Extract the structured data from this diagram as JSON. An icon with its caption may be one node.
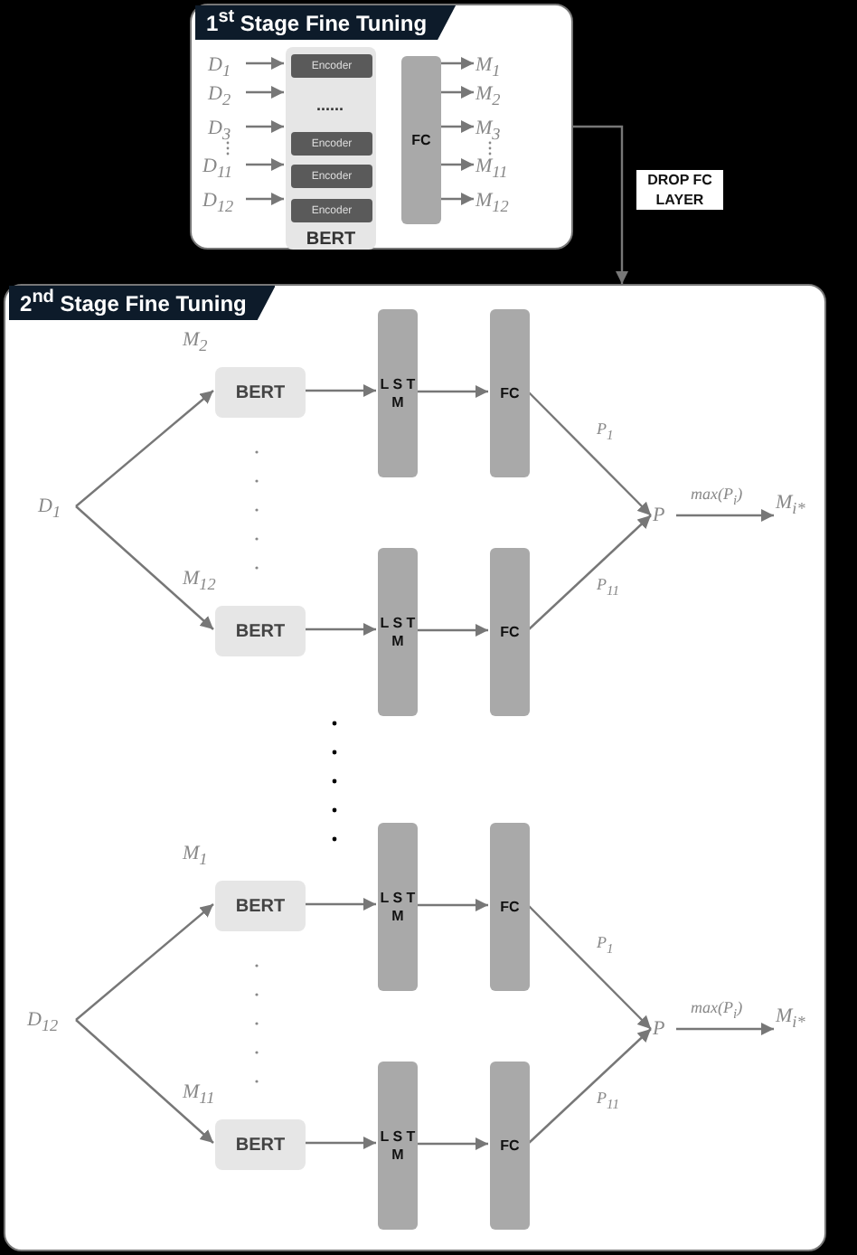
{
  "diagram": {
    "nodes": [
      {
        "text": [
          "1$^{st}$ Stage Fine Tuning"
        ]
      },
      {
        "text": [
          "D$_{1}$"
        ],
        "in": 0
      },
      {
        "text": [
          "D$_{2}$"
        ],
        "in": 0
      },
      {
        "text": [
          "D$_{3}$"
        ],
        "in": 0
      },
      {
        "text": [
          "D$_{11}$"
        ],
        "in": 0
      },
      {
        "text": [
          "D$_{12}$"
        ],
        "in": 0
      },
      {
        "text": [
          "BERT"
        ],
        "in": 0
      },
      {
        "text": [
          "Encoder"
        ],
        "in": 6
      },
      {
        "text": [
          "Encoder"
        ],
        "in": 6
      },
      {
        "text": [
          "Encoder"
        ],
        "in": 6
      },
      {
        "text": [
          "Encoder"
        ],
        "in": 6
      },
      {
        "text": [
          "FC"
        ],
        "in": 0
      },
      {
        "text": [
          "M$_{1}$"
        ],
        "in": 0
      },
      {
        "text": [
          "M$_{2}$"
        ],
        "in": 0
      },
      {
        "text": [
          "M$_{3}$"
        ],
        "in": 0
      },
      {
        "text": [
          "M$_{11}$"
        ],
        "in": 0
      },
      {
        "text": [
          "M$_{12}$"
        ],
        "in": 0
      },
      {
        "text": [
          "2$^{nd}$ Stage Fine Tuning"
        ]
      },
      {
        "text": [
          "D$_{1}$"
        ],
        "in": 17
      },
      {
        "text": [
          "BERT"
        ],
        "beside": [
          "M$_{2}$"
        ],
        "in": 17
      },
      {
        "text": [
          "L S T M"
        ],
        "in": 17
      },
      {
        "text": [
          "FC"
        ],
        "in": 17
      },
      {
        "text": [
          "BERT"
        ],
        "beside": [
          "M$_{12}$"
        ],
        "in": 17
      },
      {
        "text": [
          "L S T M"
        ],
        "in": 17
      },
      {
        "text": [
          "FC"
        ],
        "in": 17
      },
      {
        "text": [
          "P"
        ],
        "in": 17
      },
      {
        "text": [
          "M$_{i*}$"
        ],
        "in": 17
      },
      {
        "text": [
          "D$_{12}$"
        ],
        "in": 17
      },
      {
        "text": [
          "BERT"
        ],
        "beside": [
          "M$_{1}$"
        ],
        "in": 17
      },
      {
        "text": [
          "L S T M"
        ],
        "in": 17
      },
      {
        "text": [
          "FC"
        ],
        "in": 17
      },
      {
        "text": [
          "BERT"
        ],
        "beside": [
          "M$_{11}$"
        ],
        "in": 17
      },
      {
        "text": [
          "L S T M"
        ],
        "in": 17
      },
      {
        "text": [
          "FC"
        ],
        "in": 17
      },
      {
        "text": [
          "P"
        ],
        "in": 17
      },
      {
        "text": [
          "M$_{i*}$"
        ],
        "in": 17
      }
    ],
    "edges": [
      {
        "from": 1,
        "to": 6,
        "arrow": "to"
      },
      {
        "from": 2,
        "to": 6,
        "arrow": "to"
      },
      {
        "from": 3,
        "to": 6,
        "arrow": "to"
      },
      {
        "from": 4,
        "to": 6,
        "arrow": "to"
      },
      {
        "from": 5,
        "to": 6,
        "arrow": "to"
      },
      {
        "from": 11,
        "to": 12,
        "arrow": "to"
      },
      {
        "from": 11,
        "to": 13,
        "arrow": "to"
      },
      {
        "from": 11,
        "to": 14,
        "arrow": "to"
      },
      {
        "from": 11,
        "to": 15,
        "arrow": "to"
      },
      {
        "from": 11,
        "to": 16,
        "arrow": "to"
      },
      {
        "from": 0,
        "to": 17,
        "arrow": "to",
        "label": "DROP FC LAYER"
      },
      {
        "from": 18,
        "to": 19,
        "arrow": "to"
      },
      {
        "from": 18,
        "to": 22,
        "arrow": "to"
      },
      {
        "from": 19,
        "to": 20,
        "arrow": "to"
      },
      {
        "from": 20,
        "to": 21,
        "arrow": "to"
      },
      {
        "from": 22,
        "to": 23,
        "arrow": "to"
      },
      {
        "from": 23,
        "to": 24,
        "arrow": "to"
      },
      {
        "from": 21,
        "to": 25,
        "arrow": "to",
        "label": "P$_{1}$"
      },
      {
        "from": 24,
        "to": 25,
        "arrow": "to",
        "label": "P$_{11}$"
      },
      {
        "from": 25,
        "to": 26,
        "arrow": "to",
        "label": "max(P$_{i}$)"
      },
      {
        "from": 27,
        "to": 28,
        "arrow": "to"
      },
      {
        "from": 27,
        "to": 31,
        "arrow": "to"
      },
      {
        "from": 28,
        "to": 29,
        "arrow": "to"
      },
      {
        "from": 29,
        "to": 30,
        "arrow": "to"
      },
      {
        "from": 31,
        "to": 32,
        "arrow": "to"
      },
      {
        "from": 32,
        "to": 33,
        "arrow": "to"
      },
      {
        "from": 30,
        "to": 34,
        "arrow": "to",
        "label": "P$_{1}$"
      },
      {
        "from": 33,
        "to": 34,
        "arrow": "to",
        "label": "P$_{11}$"
      },
      {
        "from": 34,
        "to": 35,
        "arrow": "to",
        "label": "max(P$_{i}$)"
      }
    ],
    "labels": [
      "......"
    ]
  }
}
